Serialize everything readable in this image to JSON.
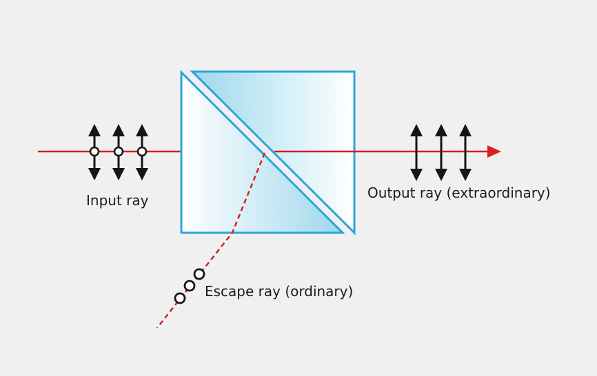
{
  "labels": {
    "input_ray": "Input ray",
    "output_ray": "Output ray (extraordinary)",
    "escape_ray": "Escape ray (ordinary)"
  },
  "colors": {
    "background": "#f0f0f0",
    "ray": "#d91e1e",
    "prism_border": "#2aa5d8",
    "prism_fill_dark": "#a9dcef",
    "prism_fill_light": "#ffffff",
    "polarization_marks": "#151515"
  },
  "icons": {
    "vertical_polarization": "double-headed-arrow-icon",
    "horizontal_polarization": "circle-icon"
  }
}
